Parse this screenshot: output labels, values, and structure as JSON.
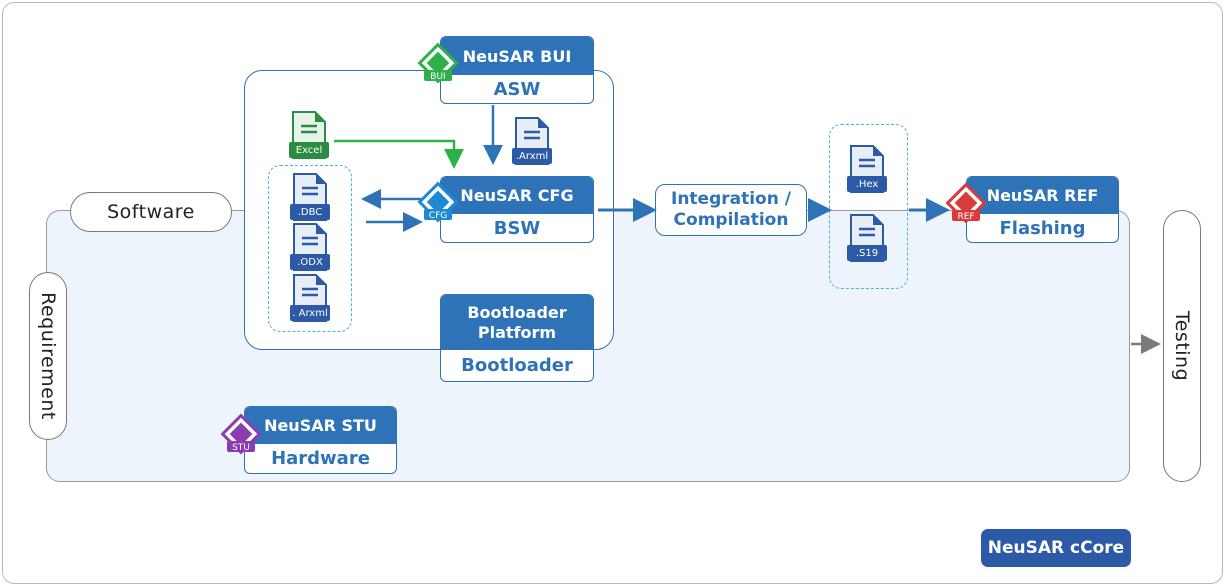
{
  "labels": {
    "software": "Software",
    "requirement": "Requirement",
    "testing": "Testing",
    "integration_line1": "Integration /",
    "integration_line2": "Compilation",
    "ccore": "NeuSAR cCore"
  },
  "modules": {
    "bui": {
      "header": "NeuSAR BUI",
      "body": "ASW",
      "badge": "BUI",
      "color": "#2db24a"
    },
    "cfg": {
      "header": "NeuSAR CFG",
      "body": "BSW",
      "badge": "CFG",
      "color": "#1e88d0"
    },
    "boot": {
      "header": "Bootloader Platform",
      "header_line1": "Bootloader",
      "header_line2": "Platform",
      "body": "Bootloader"
    },
    "ref": {
      "header": "NeuSAR REF",
      "body": "Flashing",
      "badge": "REF",
      "color": "#d93a3a"
    },
    "stu": {
      "header": "NeuSAR STU",
      "body": "Hardware",
      "badge": "STU",
      "color": "#8a3cb0"
    }
  },
  "files": {
    "excel": "Excel",
    "arxml_top": ".Arxml",
    "dbc": ".DBC",
    "odx": ".ODX",
    "arxml_left": ". Arxml",
    "hex": ".Hex",
    "s19": ".S19"
  },
  "colors": {
    "brand_blue": "#2e73b8",
    "file_blue": "#2d5aa6",
    "excel_green": "#2e8b43",
    "dashed": "#4ab3de",
    "ccore": "#2d5aa6"
  }
}
